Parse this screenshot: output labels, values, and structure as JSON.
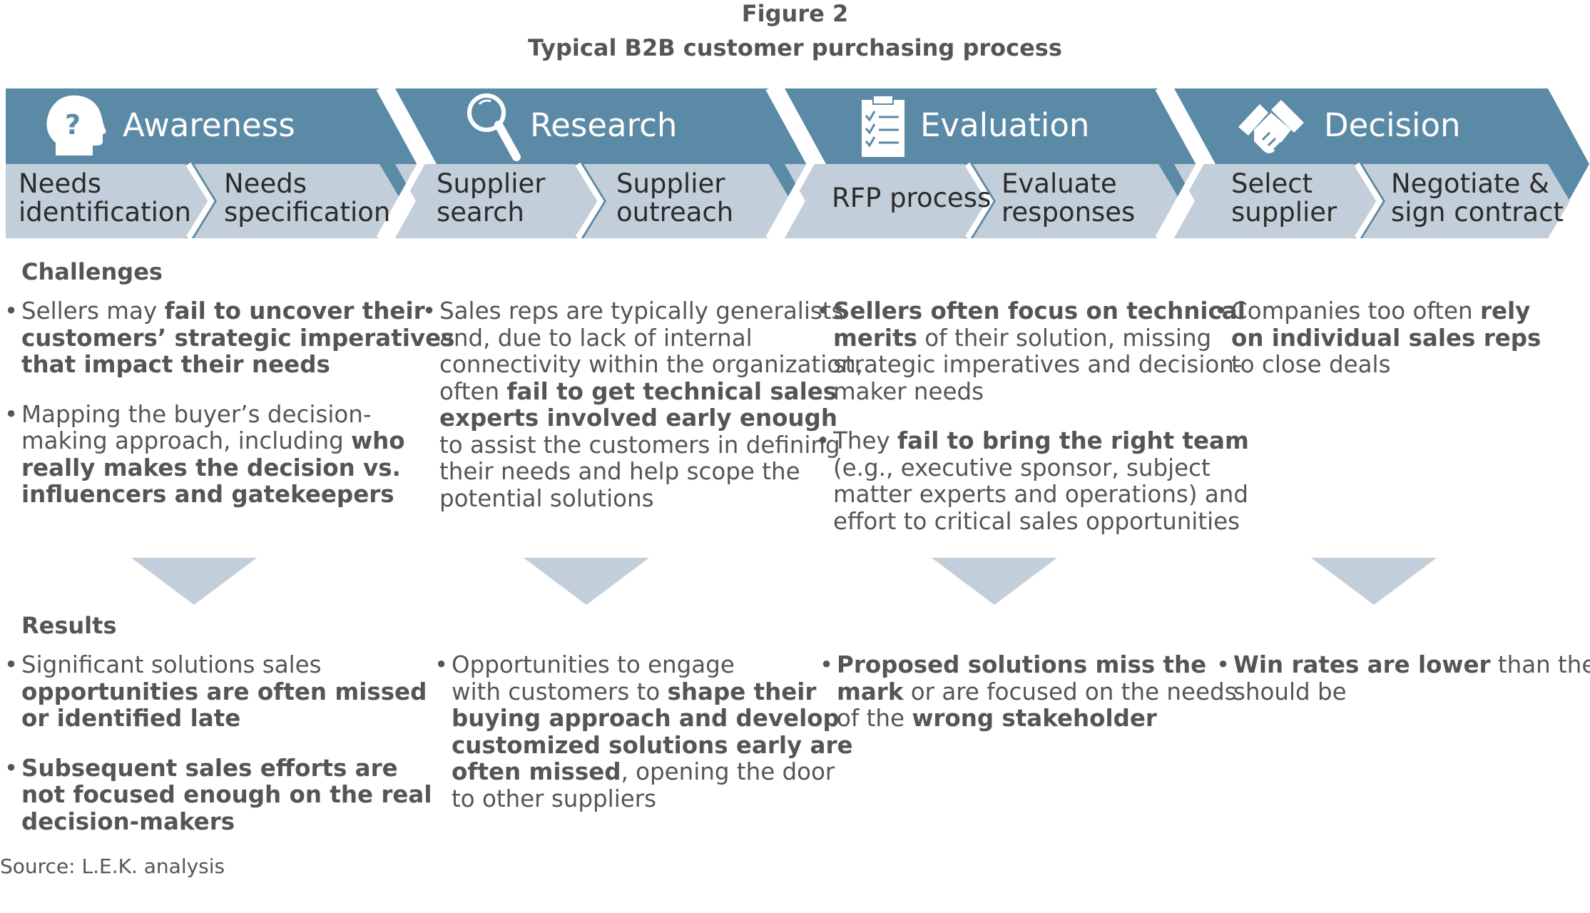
{
  "figure": {
    "label": "Figure 2",
    "title": "Typical B2B customer purchasing process"
  },
  "colors": {
    "stage_band": "#5b8aa6",
    "step_band": "#c2ced9",
    "text": "#555555"
  },
  "stages": [
    {
      "title": "Awareness",
      "icon": "head-question-icon",
      "steps": [
        "Needs\nidentification",
        "Needs\nspecification"
      ]
    },
    {
      "title": "Research",
      "icon": "magnifier-icon",
      "steps": [
        "Supplier\nsearch",
        "Supplier\noutreach"
      ]
    },
    {
      "title": "Evaluation",
      "icon": "checklist-icon",
      "steps": [
        "RFP process",
        "Evaluate\nresponses"
      ]
    },
    {
      "title": "Decision",
      "icon": "handshake-icon",
      "steps": [
        "Select\nsupplier",
        "Negotiate &\nsign contract"
      ]
    }
  ],
  "challenges": {
    "heading": "Challenges",
    "columns": [
      [
        [
          [
            [
              "Sellers may ",
              false
            ],
            [
              "fail to uncover their",
              true
            ]
          ],
          [
            [
              "customers’ strategic imperatives",
              true
            ]
          ],
          [
            [
              "that impact their needs",
              true
            ]
          ]
        ],
        [
          [
            [
              "Mapping the buyer’s decision-",
              false
            ]
          ],
          [
            [
              "making approach, including ",
              false
            ],
            [
              "who",
              true
            ]
          ],
          [
            [
              "really makes the decision vs.",
              true
            ]
          ],
          [
            [
              "influencers and gatekeepers",
              true
            ]
          ]
        ]
      ],
      [
        [
          [
            [
              "Sales reps are typically generalists",
              false
            ]
          ],
          [
            [
              "and, due to lack of internal",
              false
            ]
          ],
          [
            [
              "connectivity within the organization,",
              false
            ]
          ],
          [
            [
              "often ",
              false
            ],
            [
              "fail to get technical sales",
              true
            ]
          ],
          [
            [
              "experts involved early enough",
              true
            ]
          ],
          [
            [
              "to assist the customers in defining",
              false
            ]
          ],
          [
            [
              "their needs and help scope the",
              false
            ]
          ],
          [
            [
              "potential solutions",
              false
            ]
          ]
        ]
      ],
      [
        [
          [
            [
              "Sellers often focus on technical",
              true
            ]
          ],
          [
            [
              "merits",
              true
            ],
            [
              " of their solution, missing",
              false
            ]
          ],
          [
            [
              "strategic imperatives and decision-",
              false
            ]
          ],
          [
            [
              "maker needs",
              false
            ]
          ]
        ],
        [
          [
            [
              "They ",
              false
            ],
            [
              "fail to bring the right team",
              true
            ]
          ],
          [
            [
              "(e.g., executive sponsor, subject",
              false
            ]
          ],
          [
            [
              "matter experts and operations) and",
              false
            ]
          ],
          [
            [
              "effort to critical sales opportunities",
              false
            ]
          ]
        ]
      ],
      [
        [
          [
            [
              "Companies too often ",
              false
            ],
            [
              "rely",
              true
            ]
          ],
          [
            [
              "on individual sales reps",
              true
            ]
          ],
          [
            [
              "to close deals",
              false
            ]
          ]
        ]
      ]
    ]
  },
  "results": {
    "heading": "Results",
    "columns": [
      [
        [
          [
            [
              "Significant solutions sales",
              false
            ]
          ],
          [
            [
              "opportunities are often missed",
              true
            ]
          ],
          [
            [
              "or identified late",
              true
            ]
          ]
        ],
        [
          [
            [
              "Subsequent sales efforts are",
              true
            ]
          ],
          [
            [
              "not focused enough on the real",
              true
            ]
          ],
          [
            [
              "decision-makers",
              true
            ]
          ]
        ]
      ],
      [
        [
          [
            [
              "Opportunities to engage",
              false
            ]
          ],
          [
            [
              "with customers to ",
              false
            ],
            [
              "shape their",
              true
            ]
          ],
          [
            [
              "buying approach and develop",
              true
            ]
          ],
          [
            [
              "customized solutions early are",
              true
            ]
          ],
          [
            [
              "often missed",
              true
            ],
            [
              ", opening the door",
              false
            ]
          ],
          [
            [
              "to other suppliers",
              false
            ]
          ]
        ]
      ],
      [
        [
          [
            [
              "Proposed solutions miss the",
              true
            ]
          ],
          [
            [
              "mark",
              true
            ],
            [
              " or are focused on the needs",
              false
            ]
          ],
          [
            [
              "of the ",
              false
            ],
            [
              "wrong stakeholder",
              true
            ]
          ]
        ]
      ],
      [
        [
          [
            [
              "Win rates are lower",
              true
            ],
            [
              " than they",
              false
            ]
          ],
          [
            [
              "should be",
              false
            ]
          ]
        ]
      ]
    ]
  },
  "source": "Source: L.E.K. analysis"
}
